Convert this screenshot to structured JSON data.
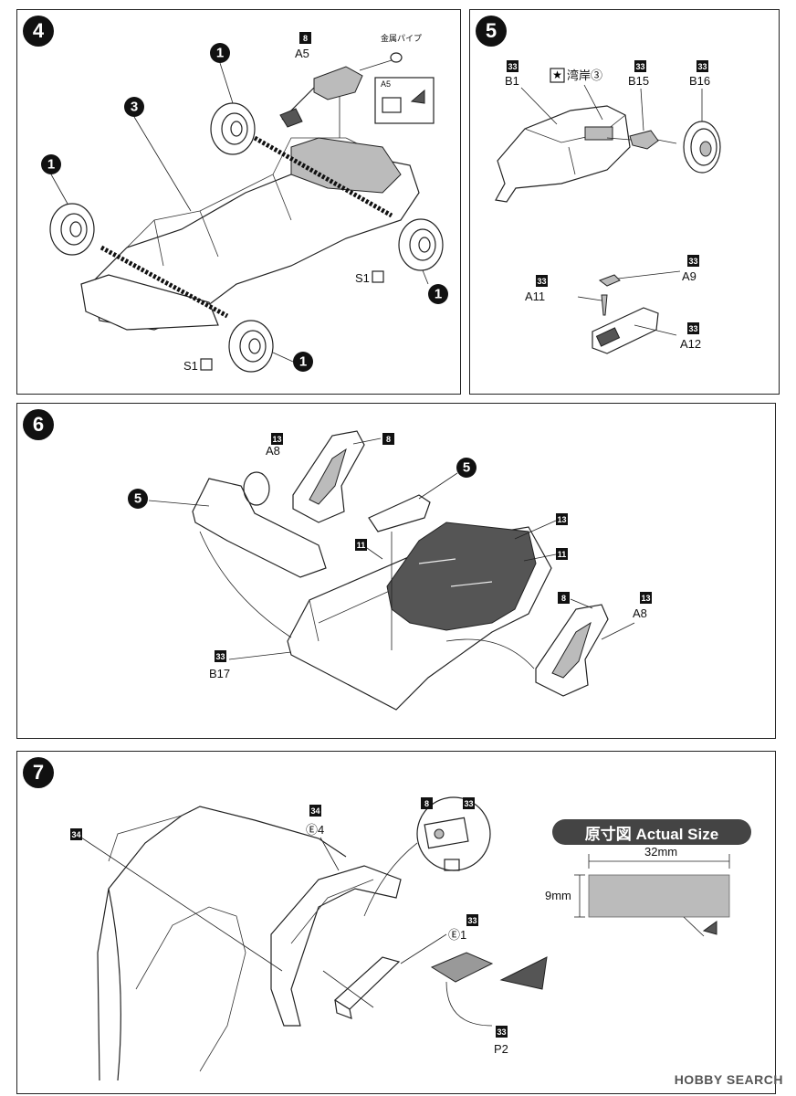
{
  "steps": [
    {
      "number": "4",
      "labels": {
        "part_a5": "A5",
        "paint_8": "8",
        "metal_pipe": "金属パイプ",
        "inset_a5": "A5",
        "s1_right": "S1",
        "s1_left": "S1",
        "wheel_num": "1",
        "chassis_num": "3"
      }
    },
    {
      "number": "5",
      "labels": {
        "b1_code": "33",
        "b1": "B1",
        "bayside": "湾岸③",
        "b15_code": "33",
        "b15": "B15",
        "b16_code": "33",
        "b16": "B16",
        "a9_code": "33",
        "a9": "A9",
        "a11_code": "33",
        "a11": "A11",
        "a12_code": "33",
        "a12": "A12"
      }
    },
    {
      "number": "6",
      "labels": {
        "a8_code_top": "13",
        "a8_top": "A8",
        "paint8_top": "8",
        "step5_ref_left": "5",
        "step5_ref_mid": "5",
        "code_13_right": "13",
        "code_11_right": "11",
        "code_11_left": "11",
        "paint8_right": "8",
        "a8_code_right": "13",
        "a8_right": "A8",
        "b17_code": "33",
        "b17": "B17"
      }
    },
    {
      "number": "7",
      "labels": {
        "code_34_left": "34",
        "code_34_mid": "34",
        "e4": "Ⓔ4",
        "inset_8": "8",
        "inset_33": "33",
        "e1_code": "33",
        "e1": "Ⓔ1",
        "p2_code": "33",
        "p2": "P2"
      },
      "actual_size": {
        "title": "原寸図  Actual Size",
        "width": "32mm",
        "height": "9mm"
      }
    }
  ],
  "watermark": "HOBBY SEARCH"
}
